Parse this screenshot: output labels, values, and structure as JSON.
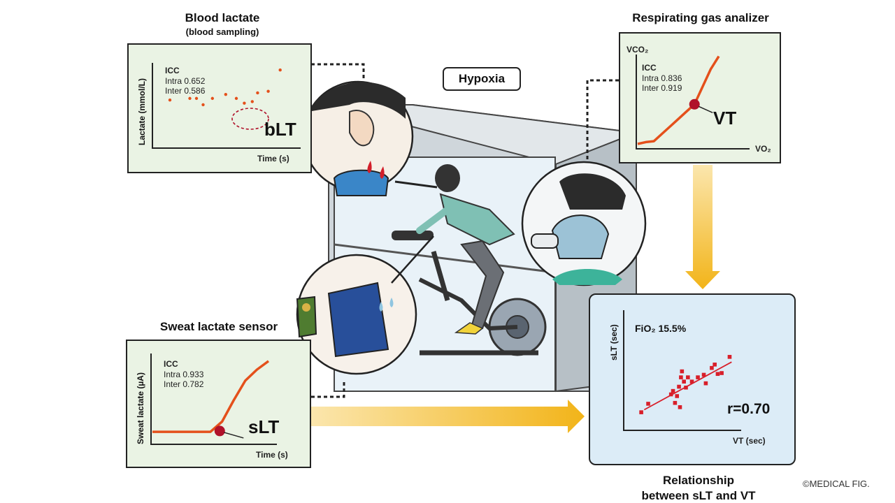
{
  "blood_lactate": {
    "title": "Blood lactate",
    "subtitle": "(blood sampling)",
    "icc_header": "ICC",
    "intra": "Intra 0.652",
    "inter": "Inter 0.586",
    "y_label": "Lactate (mmol/L)",
    "x_label": "Time (s)",
    "marker": "bLT"
  },
  "gas_analyzer": {
    "title": "Respirating gas analizer",
    "y_label": "VCO₂",
    "x_label": "VO₂",
    "icc_header": "ICC",
    "intra": "Intra 0.836",
    "inter": "Inter 0.919",
    "marker": "VT"
  },
  "sweat_sensor": {
    "title": "Sweat lactate sensor",
    "y_label": "Sweat lactate (µA)",
    "x_label": "Time (s)",
    "icc_header": "ICC",
    "intra": "Intra 0.933",
    "inter": "Inter 0.782",
    "marker": "sLT"
  },
  "hypoxia_label": "Hypoxia",
  "relationship": {
    "title_line1": "Relationship",
    "title_line2": "between sLT and VT",
    "fio2": "FiO₂ 15.5%",
    "y_label": "sLT (sec)",
    "x_label": "VT (sec)",
    "r_value": "r=0.70"
  },
  "copyright": "©MEDICAL FIG.",
  "colors": {
    "panel_green": "#eaf3e4",
    "panel_blue": "#dcecf7",
    "data_orange": "#e4501b",
    "marker_red": "#b0112a",
    "scatter_red": "#d81f2a",
    "arrow_yellow": "#f2b419"
  },
  "chart_data": [
    {
      "type": "scatter",
      "title": "Blood lactate",
      "xlabel": "Time (s)",
      "ylabel": "Lactate (mmol/L)",
      "points": [
        [
          1,
          2.2
        ],
        [
          2.5,
          2.4
        ],
        [
          3,
          2.4
        ],
        [
          3.5,
          1.6
        ],
        [
          4.2,
          2.4
        ],
        [
          5.2,
          2.9
        ],
        [
          6,
          2.4
        ],
        [
          6.6,
          1.8
        ],
        [
          7.2,
          2.0
        ],
        [
          7.6,
          3.1
        ],
        [
          8.4,
          3.3
        ],
        [
          9.3,
          6.0
        ]
      ]
    },
    {
      "type": "line",
      "title": "Respirating gas analizer",
      "xlabel": "VO₂",
      "ylabel": "VCO₂",
      "x": [
        0,
        1,
        2,
        3,
        4,
        5,
        6,
        7,
        8,
        9,
        10
      ],
      "y": [
        0.3,
        0.5,
        0.6,
        1.4,
        2.2,
        3.0,
        3.8,
        4.6,
        6.5,
        8.4,
        9.8
      ]
    },
    {
      "type": "line",
      "title": "Sweat lactate sensor",
      "xlabel": "Time (s)",
      "ylabel": "Sweat lactate (µA)",
      "x": [
        0,
        1,
        2,
        3,
        4,
        5,
        6,
        7,
        8,
        9,
        10
      ],
      "y": [
        1.3,
        1.3,
        1.3,
        1.3,
        1.3,
        1.3,
        2.5,
        5.0,
        7.3,
        8.6,
        9.6
      ]
    },
    {
      "type": "scatter",
      "title": "Relationship between sLT and VT",
      "xlabel": "VT (sec)",
      "ylabel": "sLT (sec)",
      "fit": {
        "r": 0.7
      },
      "points": [
        [
          0.5,
          1.3
        ],
        [
          1.2,
          2.3
        ],
        [
          3.7,
          3.8
        ],
        [
          3.9,
          2.4
        ],
        [
          4.1,
          3.2
        ],
        [
          4.3,
          4.3
        ],
        [
          4.5,
          5.4
        ],
        [
          4.6,
          6.1
        ],
        [
          4.8,
          4.9
        ],
        [
          5.0,
          4.2
        ],
        [
          5.2,
          5.4
        ],
        [
          5.6,
          4.9
        ],
        [
          6.2,
          5.4
        ],
        [
          6.8,
          5.7
        ],
        [
          7.0,
          4.7
        ],
        [
          7.6,
          6.5
        ],
        [
          7.9,
          6.9
        ],
        [
          8.2,
          5.8
        ],
        [
          8.6,
          5.9
        ],
        [
          9.4,
          7.8
        ],
        [
          3.5,
          3.4
        ],
        [
          4.4,
          1.9
        ]
      ]
    }
  ]
}
